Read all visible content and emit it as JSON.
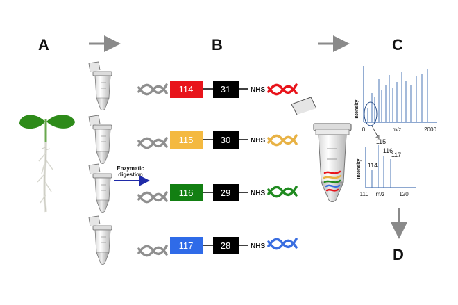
{
  "panels": [
    "A",
    "B",
    "C",
    "D"
  ],
  "enzymatic_label": [
    "Enzymatic",
    "digestion"
  ],
  "linker_label": "NHS",
  "tags": [
    {
      "reporter": "114",
      "balancer": "31",
      "color": "#e8141b",
      "peptide_color": "#e8141b"
    },
    {
      "reporter": "115",
      "balancer": "30",
      "color": "#f4b940",
      "peptide_color": "#e8b245"
    },
    {
      "reporter": "116",
      "balancer": "29",
      "color": "#127f12",
      "peptide_color": "#1f8a1f"
    },
    {
      "reporter": "117",
      "balancer": "28",
      "color": "#2f6be8",
      "peptide_color": "#3a6ee0"
    }
  ],
  "ms_full": {
    "ylabel": "Intensity",
    "xlabel": "m/z",
    "x_min_label": "0",
    "x_max_label": "2000",
    "zoom_label": "115"
  },
  "ms_zoom": {
    "ylabel": "Intensity",
    "xlabel": "m/z",
    "x_min_label": "110",
    "x_max_label": "120",
    "peak_labels": [
      "114",
      "116",
      "117"
    ]
  },
  "colors": {
    "balancer": "#000000",
    "spectrum": "#4a74b4",
    "arrow_gray": "#8a8a8a",
    "digestion_arrow": "#1f2aa8",
    "leaf": "#2e8b1a"
  }
}
